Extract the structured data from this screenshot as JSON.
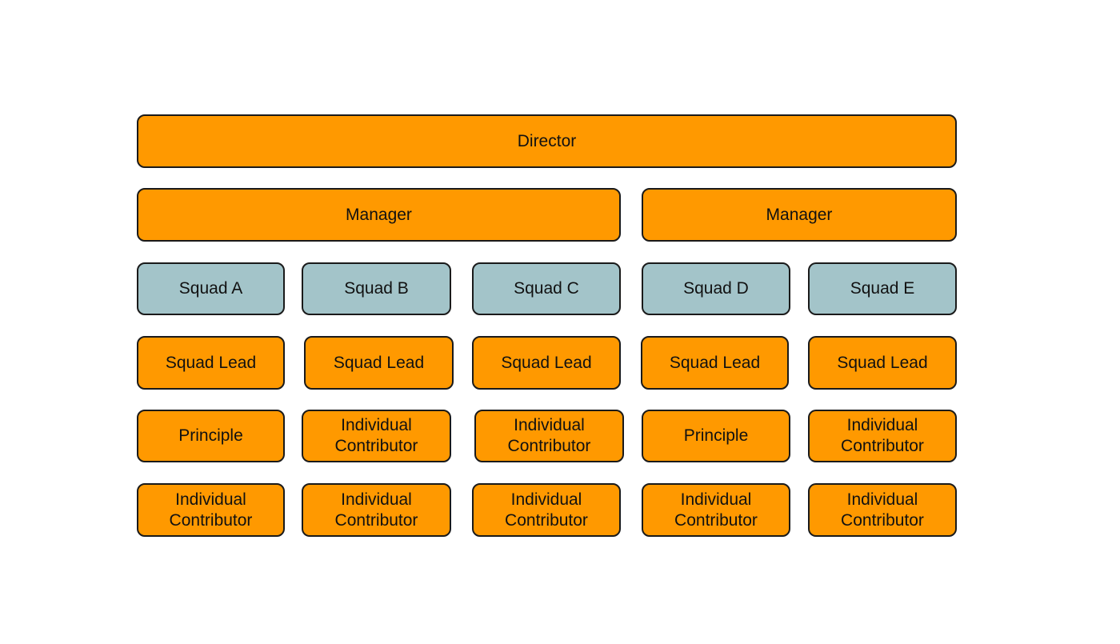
{
  "colors": {
    "role_fill": "#ff9900",
    "squad_fill": "#a3c4c9",
    "border": "#1a1a1a",
    "text": "#111111",
    "background": "#ffffff"
  },
  "director": "Director",
  "managers": [
    "Manager",
    "Manager"
  ],
  "squads": [
    "Squad A",
    "Squad B",
    "Squad C",
    "Squad D",
    "Squad E"
  ],
  "squad_leads": [
    "Squad Lead",
    "Squad Lead",
    "Squad Lead",
    "Squad Lead",
    "Squad Lead"
  ],
  "row_members_1": [
    "Principle",
    "Individual\nContributor",
    "Individual\nContributor",
    "Principle",
    "Individual\nContributor"
  ],
  "row_members_2": [
    "Individual\nContributor",
    "Individual\nContributor",
    "Individual\nContributor",
    "Individual\nContributor",
    "Individual\nContributor"
  ]
}
